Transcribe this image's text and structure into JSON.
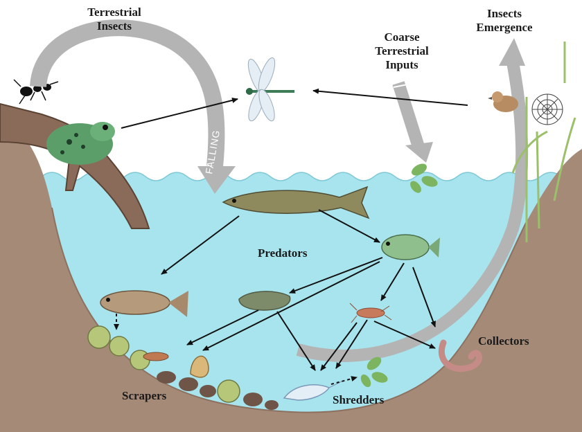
{
  "labels": {
    "terrestrial_insects": [
      "Terrestrial",
      "Insects"
    ],
    "insects_emergence": [
      "Insects",
      "Emergence"
    ],
    "coarse_inputs": [
      "Coarse",
      "Terrestrial",
      "Inputs"
    ],
    "falling": "FALLING",
    "predators": "Predators",
    "collectors": "Collectors",
    "scrapers": "Scrapers",
    "shredders": "Shredders"
  },
  "colors": {
    "water": "#a8e4ee",
    "bank": "#a68a78",
    "arrow_gray": "#b4b4b4",
    "arrow_black": "#111111"
  }
}
